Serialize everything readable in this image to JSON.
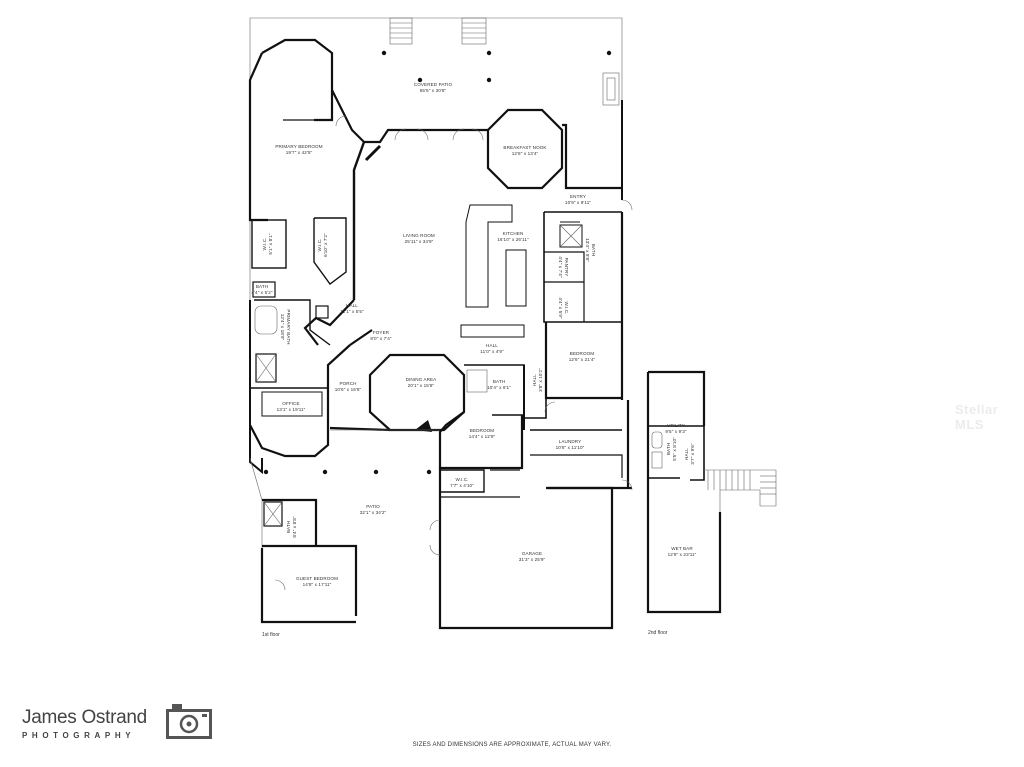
{
  "floor_labels": {
    "first": "1st floor",
    "second": "2nd floor"
  },
  "rooms": {
    "covered_patio": {
      "name": "COVERED PATIO",
      "dims": "65'5\" x 30'8\""
    },
    "primary_bedroom": {
      "name": "PRIMARY BEDROOM",
      "dims": "19'7\" x 42'5\""
    },
    "breakfast_nook": {
      "name": "BREAKFAST NOOK",
      "dims": "12'8\" x 13'4\""
    },
    "entry": {
      "name": "ENTRY",
      "dims": "10'9\" x 9'11\""
    },
    "living_room": {
      "name": "LIVING ROOM",
      "dims": "25'11\" x 34'9\""
    },
    "kitchen": {
      "name": "KITCHEN",
      "dims": "16'10\" x 26'11\""
    },
    "wic_1": {
      "name": "W.I.C.",
      "dims": "5'1\" x 8'1\""
    },
    "wic_2": {
      "name": "W.I.C.",
      "dims": "6'10\" x 7'2\""
    },
    "bath_primary_small": {
      "name": "BATH",
      "dims": "4'4\" x 5'2\""
    },
    "primary_bath": {
      "name": "PRIMARY BATH",
      "dims": "12'4\" x 18'9\""
    },
    "bath_east": {
      "name": "BATH",
      "dims": "13'4\" x 8'8\""
    },
    "pantry": {
      "name": "PANTRY",
      "dims": "4'4\" x 7'4\""
    },
    "wic_3": {
      "name": "W.I.C.",
      "dims": "4'4\" x 5'9\""
    },
    "hall_1": {
      "name": "HALL",
      "dims": "11'1\" x 5'5\""
    },
    "foyer": {
      "name": "FOYER",
      "dims": "8'0\" x 7'4\""
    },
    "hall_2": {
      "name": "HALL",
      "dims": "11'0\" x 4'9\""
    },
    "bedroom_1": {
      "name": "BEDROOM",
      "dims": "12'6\" x 21'4\""
    },
    "porch": {
      "name": "PORCH",
      "dims": "10'6\" x 16'8\""
    },
    "dining_area": {
      "name": "DINING AREA",
      "dims": "20'1\" x 15'8\""
    },
    "bath_mid": {
      "name": "BATH",
      "dims": "10'4\" x 6'1\""
    },
    "hall_3": {
      "name": "HALL",
      "dims": "3'8\" x 10'2\""
    },
    "office": {
      "name": "OFFICE",
      "dims": "13'1\" x 19'11\""
    },
    "bedroom_2": {
      "name": "BEDROOM",
      "dims": "14'4\" x 12'9\""
    },
    "laundry": {
      "name": "LAUNDRY",
      "dims": "10'6\" x 11'10\""
    },
    "wic_4": {
      "name": "W.I.C.",
      "dims": "7'7\" x 4'10\""
    },
    "patio": {
      "name": "PATIO",
      "dims": "32'1\" x 34'2\""
    },
    "bath_guest": {
      "name": "BATH",
      "dims": "8'4\" x 8'8\""
    },
    "guest_bedroom": {
      "name": "GUEST BEDROOM",
      "dims": "14'8\" x 17'11\""
    },
    "garage": {
      "name": "GARAGE",
      "dims": "31'3\" x 25'9\""
    },
    "utility": {
      "name": "UTILITY",
      "dims": "9'5\" x 9'3\""
    },
    "bath_upper": {
      "name": "BATH",
      "dims": "5'5\" x 8'10\""
    },
    "hall_upper": {
      "name": "HALL",
      "dims": "3'7\" x 9'6\""
    },
    "wet_bar": {
      "name": "WET BAR",
      "dims": "12'8\" x 23'11\""
    }
  },
  "branding": {
    "name": "James Ostrand",
    "tagline": "PHOTOGRAPHY"
  },
  "disclaimer": "SIZES AND DIMENSIONS ARE APPROXIMATE, ACTUAL MAY VARY.",
  "watermark": "Stellar MLS"
}
